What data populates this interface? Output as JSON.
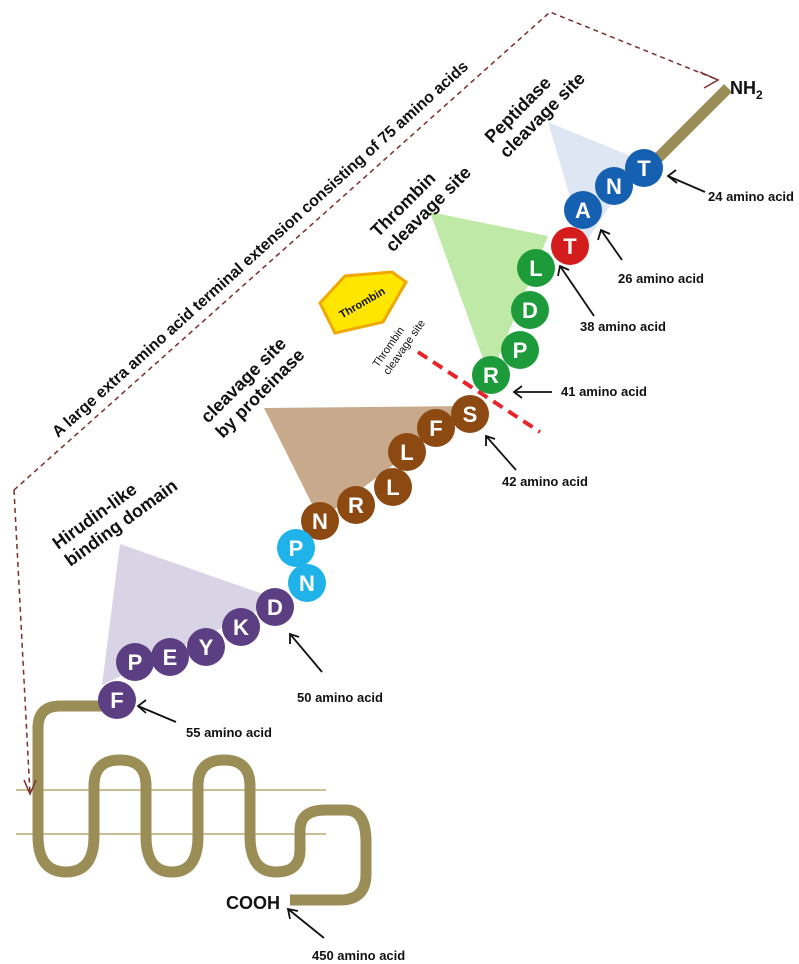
{
  "title_extension": "A large extra amino acid terminal extension consisting of 75 amino acids",
  "termini": {
    "n_terminus": "NH",
    "n_subscript": "2",
    "c_terminus": "COOH"
  },
  "enzyme_label": "Thrombin",
  "region_labels": {
    "peptidase": [
      "Peptidase",
      "cleavage site"
    ],
    "thrombin": [
      "Thrombin",
      "cleavage site"
    ],
    "thrombin_small": [
      "Thrombin",
      "cleavage site"
    ],
    "proteinase": [
      "cleavage site",
      "by proteinase"
    ],
    "hirudin": [
      "Hirudin-like",
      "binding domain"
    ]
  },
  "residues": [
    {
      "letter": "T",
      "color": "#1560b0"
    },
    {
      "letter": "N",
      "color": "#1560b0"
    },
    {
      "letter": "A",
      "color": "#1560b0"
    },
    {
      "letter": "T",
      "color": "#d51c1c"
    },
    {
      "letter": "L",
      "color": "#1d9a3a"
    },
    {
      "letter": "D",
      "color": "#1d9a3a"
    },
    {
      "letter": "P",
      "color": "#1d9a3a"
    },
    {
      "letter": "R",
      "color": "#1d9a3a"
    },
    {
      "letter": "S",
      "color": "#8c4a12"
    },
    {
      "letter": "F",
      "color": "#8c4a12"
    },
    {
      "letter": "L",
      "color": "#8c4a12"
    },
    {
      "letter": "L",
      "color": "#8c4a12"
    },
    {
      "letter": "R",
      "color": "#8c4a12"
    },
    {
      "letter": "N",
      "color": "#8c4a12"
    },
    {
      "letter": "P",
      "color": "#1fb3ea"
    },
    {
      "letter": "N",
      "color": "#1fb3ea"
    },
    {
      "letter": "D",
      "color": "#5b3f82"
    },
    {
      "letter": "K",
      "color": "#5b3f82"
    },
    {
      "letter": "Y",
      "color": "#5b3f82"
    },
    {
      "letter": "E",
      "color": "#5b3f82"
    },
    {
      "letter": "P",
      "color": "#5b3f82"
    },
    {
      "letter": "F",
      "color": "#5b3f82"
    }
  ],
  "annotations": [
    "24 amino acid",
    "26 amino acid",
    "38 amino acid",
    "41 amino acid",
    "42 amino acid",
    "50 amino acid",
    "55 amino acid",
    "450 amino acid"
  ],
  "colors": {
    "backbone": "#9a8d55",
    "membrane_line": "#c8bf96",
    "peptidase_region": "#dde6f2",
    "thrombin_region": "#bfe9a6",
    "proteinase_region": "#c9a98c",
    "hirudin_region": "#d9d3e6",
    "cut_line": "#e8242a",
    "extension_arrow": "#7a2e2e",
    "thrombin_fill": "#ffe600",
    "thrombin_stroke": "#f0a800"
  }
}
